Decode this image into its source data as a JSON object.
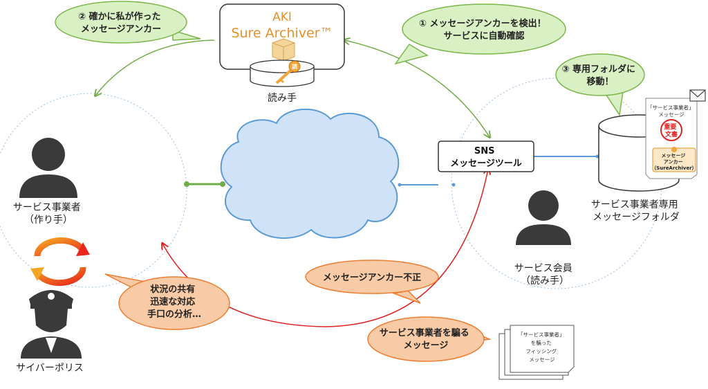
{
  "product": {
    "name_top": "AKI",
    "name_main": "Sure Archiver™",
    "reader_chip": "読",
    "reader_label": "読み手"
  },
  "bubbles": {
    "green_1": [
      "① メッセージアンカーを検出！",
      "サービスに自動確認"
    ],
    "green_2": [
      "② 確かに私が作った",
      "メッセージアンカー"
    ],
    "green_3": [
      "③ 専用フォルダに",
      "移動！"
    ],
    "orange_invalid": [
      "メッセージアンカー不正"
    ],
    "orange_police": [
      "状況の共有",
      "迅速な対応",
      "手口の分析…"
    ],
    "orange_scam": [
      "サービス事業者を騙る",
      "メッセージ"
    ]
  },
  "actors": {
    "provider": [
      "サービス事業者",
      "（作り手）"
    ],
    "member": [
      "サービス会員",
      "（読み手）"
    ],
    "police": [
      "サイバーポリス"
    ]
  },
  "sns": [
    "SNS",
    "メッセージツール"
  ],
  "folder": {
    "label": [
      "サービス事業者専用",
      "メッセージフォルダ"
    ],
    "doc_title": [
      "「サービス事業者」",
      "メッセージ"
    ],
    "stamp": [
      "重要",
      "文書"
    ],
    "anchor_badge": [
      "メッセージ",
      "アンカー",
      "（SureArchiver）"
    ]
  },
  "phishing_doc": [
    "「サービス事業者」",
    "を騙った",
    "フィッシング",
    "メッセージ"
  ],
  "colors": {
    "green_fill": "#d9efc4",
    "green_stroke": "#7ab648",
    "green_arrow": "#70ad47",
    "orange_fill": "#f8cba6",
    "orange_stroke": "#ed7d31",
    "red_arrow": "#e02020",
    "blue_line": "#5b9bd5",
    "cloud_fill": "#cfe2f7",
    "person": "#3a3a3a",
    "logo": "#e8902a"
  },
  "icons": {
    "envelope": "envelope-icon",
    "key": "key-icon",
    "cycle": "cycle-arrows-icon",
    "person": "person-icon",
    "police": "police-officer-icon"
  }
}
